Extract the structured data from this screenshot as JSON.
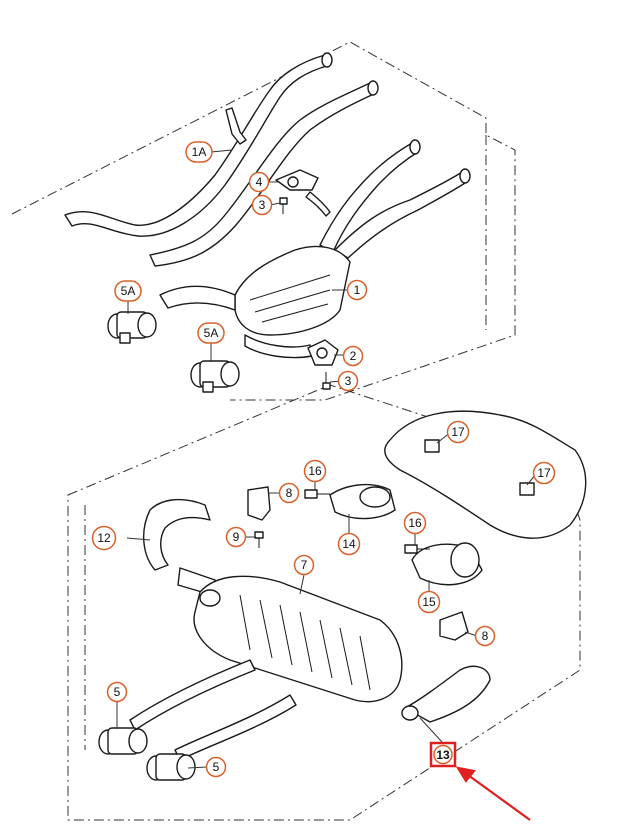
{
  "diagram": {
    "callouts": [
      {
        "id": "c-1a",
        "label": "1A"
      },
      {
        "id": "c-4",
        "label": "4"
      },
      {
        "id": "c-3a",
        "label": "3"
      },
      {
        "id": "c-1",
        "label": "1"
      },
      {
        "id": "c-5a-top",
        "label": "5A"
      },
      {
        "id": "c-5a-mid",
        "label": "5A"
      },
      {
        "id": "c-2",
        "label": "2"
      },
      {
        "id": "c-3b",
        "label": "3"
      },
      {
        "id": "c-17a",
        "label": "17"
      },
      {
        "id": "c-17b",
        "label": "17"
      },
      {
        "id": "c-16a",
        "label": "16"
      },
      {
        "id": "c-8a",
        "label": "8"
      },
      {
        "id": "c-12",
        "label": "12"
      },
      {
        "id": "c-9",
        "label": "9"
      },
      {
        "id": "c-14",
        "label": "14"
      },
      {
        "id": "c-16b",
        "label": "16"
      },
      {
        "id": "c-7",
        "label": "7"
      },
      {
        "id": "c-15",
        "label": "15"
      },
      {
        "id": "c-8b",
        "label": "8"
      },
      {
        "id": "c-5-top",
        "label": "5"
      },
      {
        "id": "c-5-bot",
        "label": "5"
      }
    ],
    "highlighted": {
      "label": "13"
    },
    "colors": {
      "callout_ring": "#d9602a",
      "highlight": "#e02020"
    }
  }
}
